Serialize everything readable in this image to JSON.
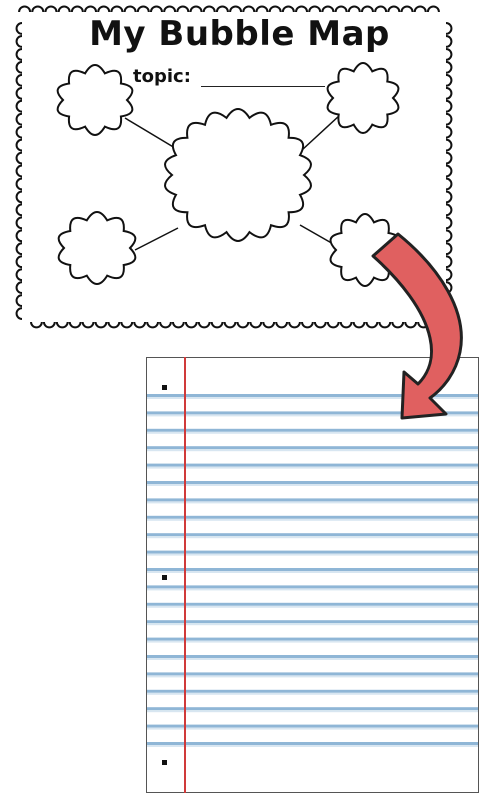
{
  "worksheet": {
    "title": "My Bubble Map",
    "topic_label": "topic:"
  },
  "colors": {
    "outline": "#111111",
    "arrow_fill": "#e06060",
    "arrow_stroke": "#222222",
    "ruled_line": "#8fb6d6",
    "margin_line": "#d03a3a",
    "top_band": "#ffffff"
  },
  "icons": {
    "curl_border": "scalloped-curl-border",
    "center_bubble": "cloud-bubble",
    "outer_bubbles": "cloud-bubble",
    "arrow": "curved-arrow-down-left",
    "paper": "lined-notebook-paper",
    "holes": "punch-hole-dot"
  },
  "paper": {
    "ruled_line_count": 21,
    "punch_hole_count": 3
  }
}
